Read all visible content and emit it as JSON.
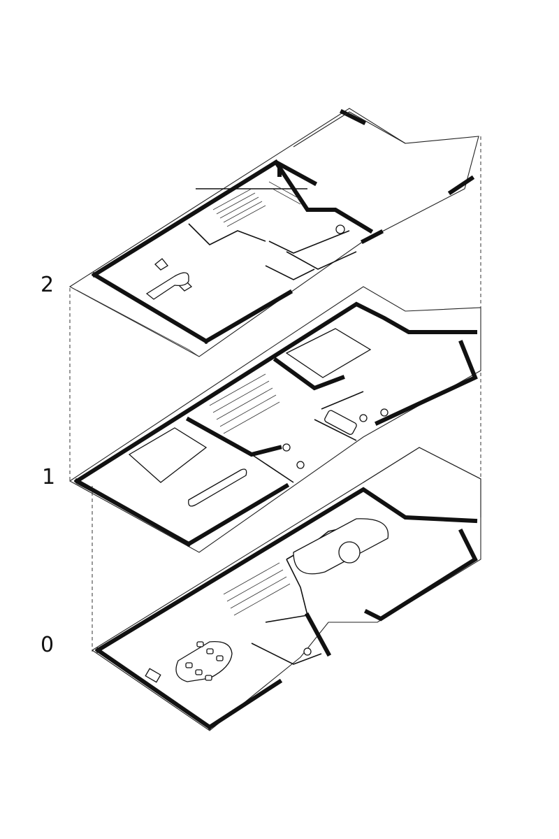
{
  "floors": [
    {
      "id": "floor-2",
      "label": "2"
    },
    {
      "id": "floor-1",
      "label": "1"
    },
    {
      "id": "floor-0",
      "label": "0"
    }
  ],
  "colors": {
    "line": "#111111",
    "background": "#ffffff"
  }
}
